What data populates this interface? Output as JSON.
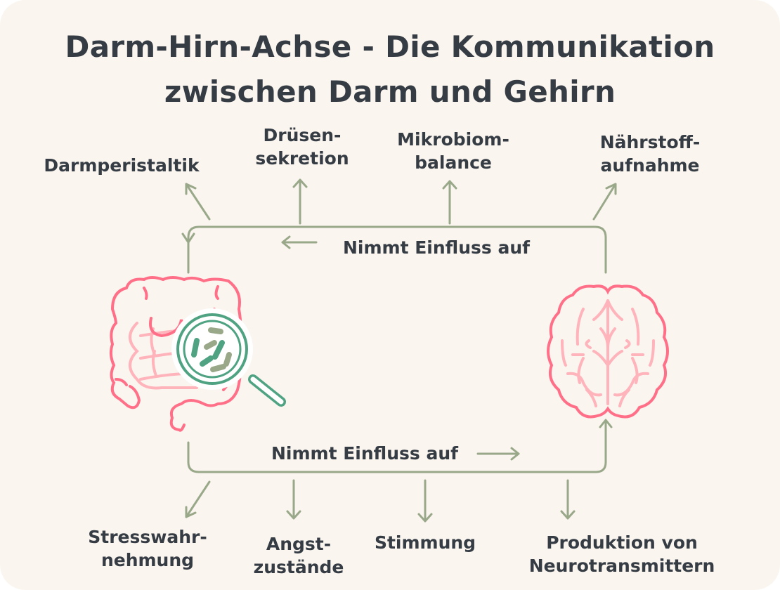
{
  "title": {
    "line1": "Darm-Hirn-Achse - Die Kommunikation",
    "line2": "zwischen Darm und Gehirn"
  },
  "top_flow": {
    "label": "Nimmt Einfluss auf",
    "targets": [
      {
        "line1": "Darmperistaltik",
        "line2": ""
      },
      {
        "line1": "Drüsen-",
        "line2": "sekretion"
      },
      {
        "line1": "Mikrobiom-",
        "line2": "balance"
      },
      {
        "line1": "Nährstoff-",
        "line2": "aufnahme"
      }
    ]
  },
  "bottom_flow": {
    "label": "Nimmt Einfluss auf",
    "targets": [
      {
        "line1": "Stresswahr-",
        "line2": "nehmung"
      },
      {
        "line1": "Angst-",
        "line2": "zustände"
      },
      {
        "line1": "Stimmung",
        "line2": ""
      },
      {
        "line1": "Produktion von",
        "line2": "Neurotransmittern"
      }
    ]
  },
  "colors": {
    "background": "#faf5ef",
    "arrow": "#9aa88a",
    "organ": "#ff7088",
    "organ_light": "#ffb3bb",
    "lens": "#4fa383",
    "bacteria": "#9aa88a"
  }
}
